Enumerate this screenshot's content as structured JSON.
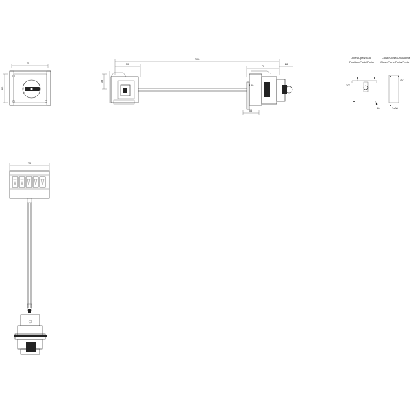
{
  "drawing": {
    "front_view": {
      "dim_width": "75",
      "dim_height": "80"
    },
    "side_view": {
      "dim_overall": "300",
      "dim_flange": "30",
      "dim_depth": "38",
      "dim_shaft_offset": "180",
      "dim_head": "70",
      "dim_tail": "28",
      "dim_panel": "55"
    },
    "legend": {
      "left_heading_line1": "Open/Open/Auto",
      "left_heading_line2": "Position/Porto/Porta",
      "right_heading_line1": "Close/Close/Chiuso/me",
      "right_heading_line2": "Close/Porte/Porta/Porto",
      "angle_left": "30°",
      "angle_right": "30°",
      "label_bottom_left": "90",
      "label_bottom_right": "3x90"
    },
    "bottom_view": {
      "dim_width": "75"
    }
  }
}
